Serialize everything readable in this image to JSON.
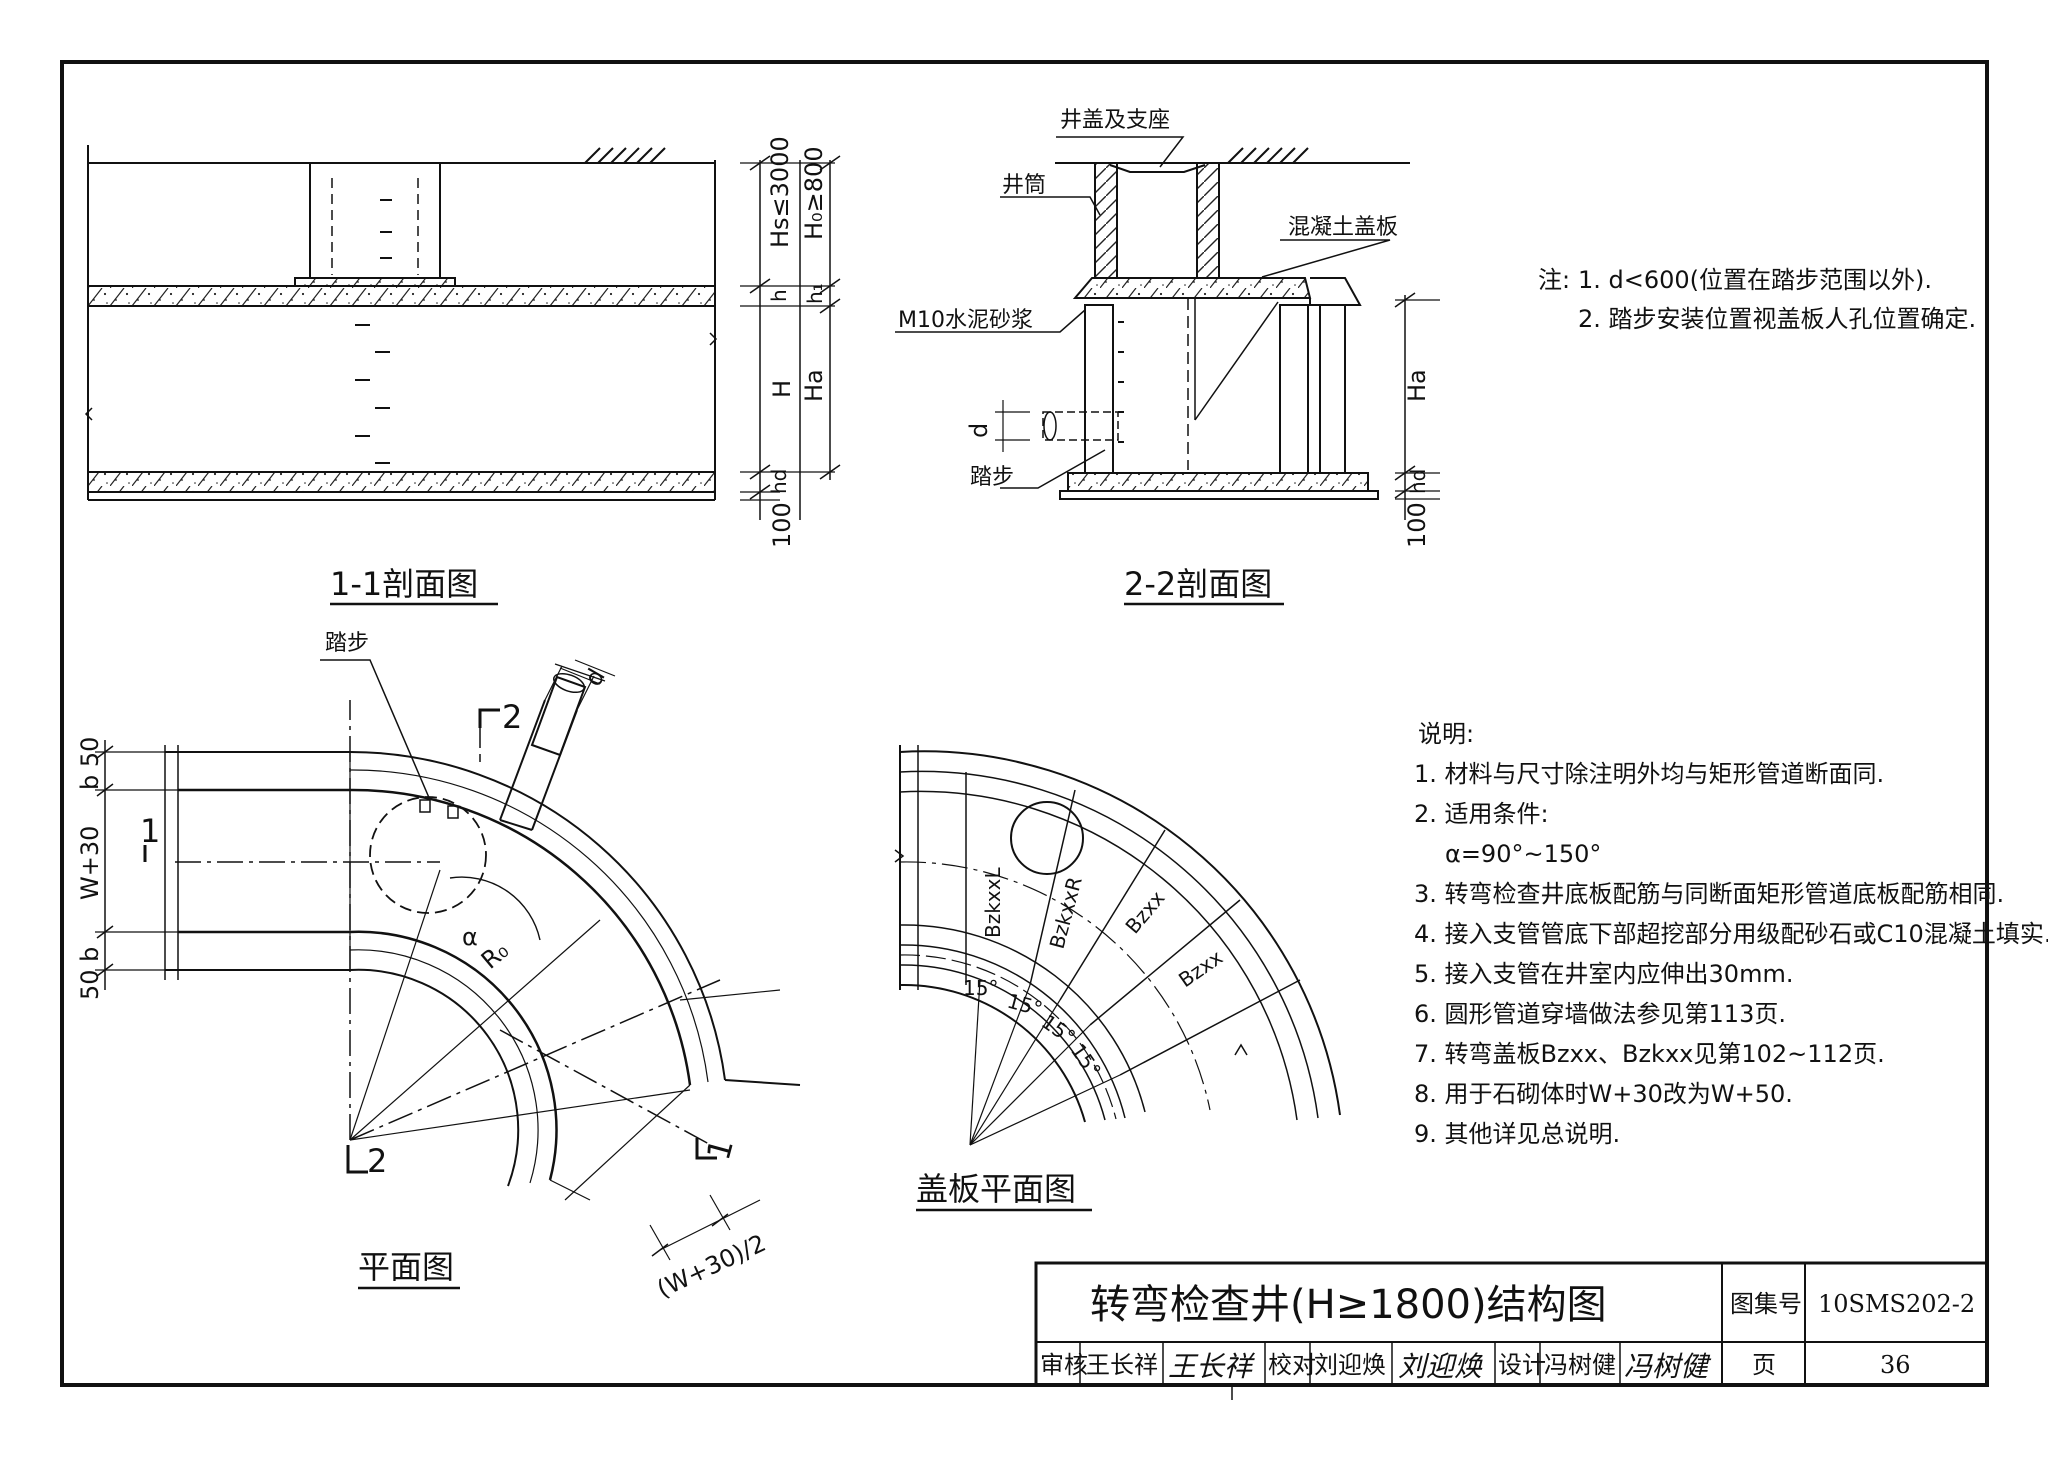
{
  "sections": {
    "s11": {
      "title": "1-1剖面图",
      "dims": {
        "hs": "Hs≤3000",
        "h0": "H₀≥800",
        "h": "h",
        "h1": "h₁",
        "H": "H",
        "ha_big": "Ha",
        "hd": "hd",
        "base": "100"
      }
    },
    "s22": {
      "title": "2-2剖面图",
      "labels": {
        "cover": "井盖及支座",
        "shaft": "井筒",
        "slab": "混凝土盖板",
        "mortar": "M10水泥砂浆",
        "step": "踏步",
        "d": "d"
      },
      "dims": {
        "ha": "Ha",
        "hd": "hd",
        "base": "100"
      }
    }
  },
  "notes_top": {
    "lead": "注:",
    "items": [
      "1. d<600(位置在踏步范围以外).",
      "2. 踏步安装位置视盖板人孔位置确定."
    ]
  },
  "plan": {
    "title": "平面图",
    "labels": {
      "step": "踏步",
      "d": "d",
      "sec1_left": "1",
      "sec1_right": "1",
      "sec2_top": "2",
      "sec2_bottom": "2",
      "alpha": "α",
      "r0": "R₀"
    },
    "dims": {
      "b50_top": "b 50",
      "w30": "W+30",
      "b50_bottom": "50 b",
      "halfw": "(W+30)/2"
    }
  },
  "cover_plan": {
    "title": "盖板平面图",
    "plates": [
      "BzkxxL",
      "BzkxxR",
      "Bzxx",
      "Bzxx"
    ],
    "angles": [
      "15°",
      "15°",
      "15°",
      "15°"
    ]
  },
  "explanation": {
    "head": "说明:",
    "items": [
      "1. 材料与尺寸除注明外均与矩形管道断面同.",
      "2. 适用条件:",
      "α=90°~150°",
      "3. 转弯检查井底板配筋与同断面矩形管道底板配筋相同.",
      "4. 接入支管管底下部超挖部分用级配砂石或C10混凝土填实.",
      "5. 接入支管在井室内应伸出30mm.",
      "6. 圆形管道穿墙做法参见第113页.",
      "7. 转弯盖板Bzxx、Bzkxx见第102~112页.",
      "8. 用于石砌体时W+30改为W+50.",
      "9. 其他详见总说明."
    ]
  },
  "title_block": {
    "title": "转弯检查井(H≥1800)结构图",
    "atlas_label": "图集号",
    "atlas_no": "10SMS202-2",
    "review": "审核",
    "reviewer": "王长祥",
    "reviewer_sig": "王长祥",
    "check": "校对",
    "checker": "刘迎焕",
    "checker_sig": "刘迎焕",
    "design": "设计",
    "designer": "冯树健",
    "designer_sig": "冯树健",
    "page_label": "页",
    "page_no": "36"
  }
}
